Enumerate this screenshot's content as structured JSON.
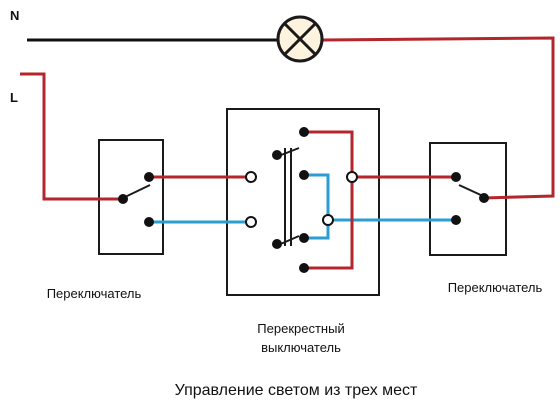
{
  "terminals": {
    "neutral": "N",
    "live": "L"
  },
  "labels": {
    "switch_left": "Переключатель",
    "switch_right": "Переключатель",
    "cross_line1": "Перекрестный",
    "cross_line2": "выключатель",
    "caption": "Управление светом из трех мест"
  },
  "colors": {
    "phase_wire": "#b3262b",
    "neutral_wire": "#111111",
    "traveler_wire": "#2a9ed0",
    "lamp_fill": "#fdf3df",
    "lamp_stroke": "#1a1a1a",
    "box_stroke": "#1a1a1a"
  },
  "icons": {
    "lamp": "lamp-icon"
  }
}
